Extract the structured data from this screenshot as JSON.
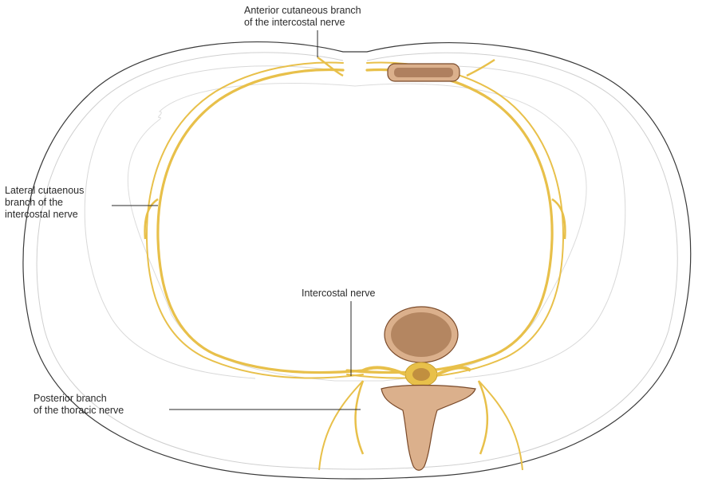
{
  "labels": {
    "anterior_cutaneous": {
      "line1": "Anterior cutaneous branch",
      "line2": "of the intercostal nerve"
    },
    "lateral_cutaneous": {
      "line1": "Lateral cutaenous",
      "line2": "branch of the",
      "line3": "intercostal nerve"
    },
    "intercostal_nerve": {
      "line1": "Intercostal nerve"
    },
    "posterior_branch": {
      "line1": "Posterior branch",
      "line2": "of the thoracic nerve"
    }
  },
  "colors": {
    "nerve": "#e8c04a",
    "nerve_dark": "#c9a030",
    "bone": "#dbb08c",
    "bone_dark": "#7a4a2a",
    "outline": "#3a3a3a",
    "tissue_line": "#c8c8c8"
  }
}
